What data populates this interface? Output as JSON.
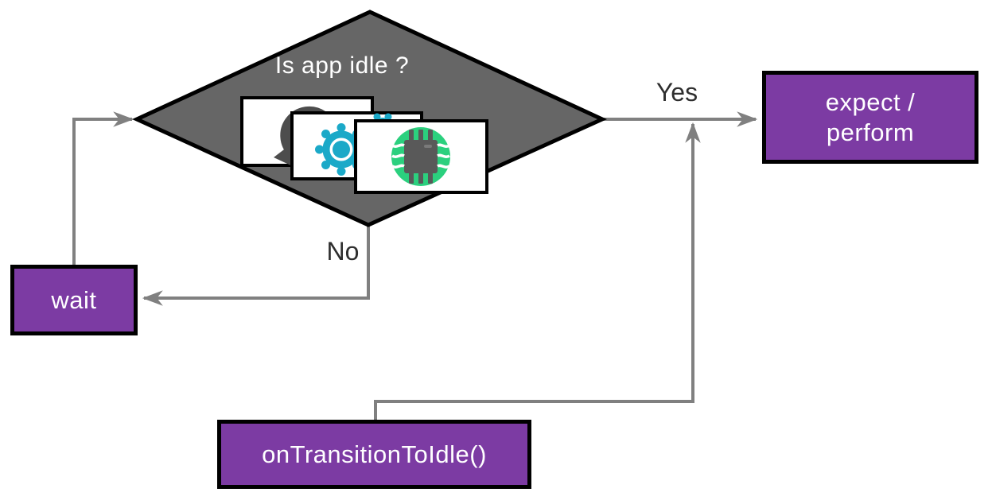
{
  "diagram": {
    "decision": {
      "label": "Is app idle ?"
    },
    "edges": {
      "yes": "Yes",
      "no": "No"
    },
    "nodes": {
      "wait": "wait",
      "expect_line1": "expect /",
      "expect_line2": "perform",
      "transition": "onTransitionToIdle()"
    },
    "icons": {
      "card1": "rotate-icon",
      "card2": "gear-icon",
      "card3": "chip-icon"
    },
    "colors": {
      "node_purple": "#7C3BA3",
      "diamond_gray": "#666666",
      "connector_gray": "#808080",
      "gear_teal": "#1BA9C8",
      "chip_green": "#2BD07E",
      "rotate_gray": "#4D4D4D",
      "chip_body_gray": "#595959",
      "label_dark": "#2E2E2E"
    }
  }
}
